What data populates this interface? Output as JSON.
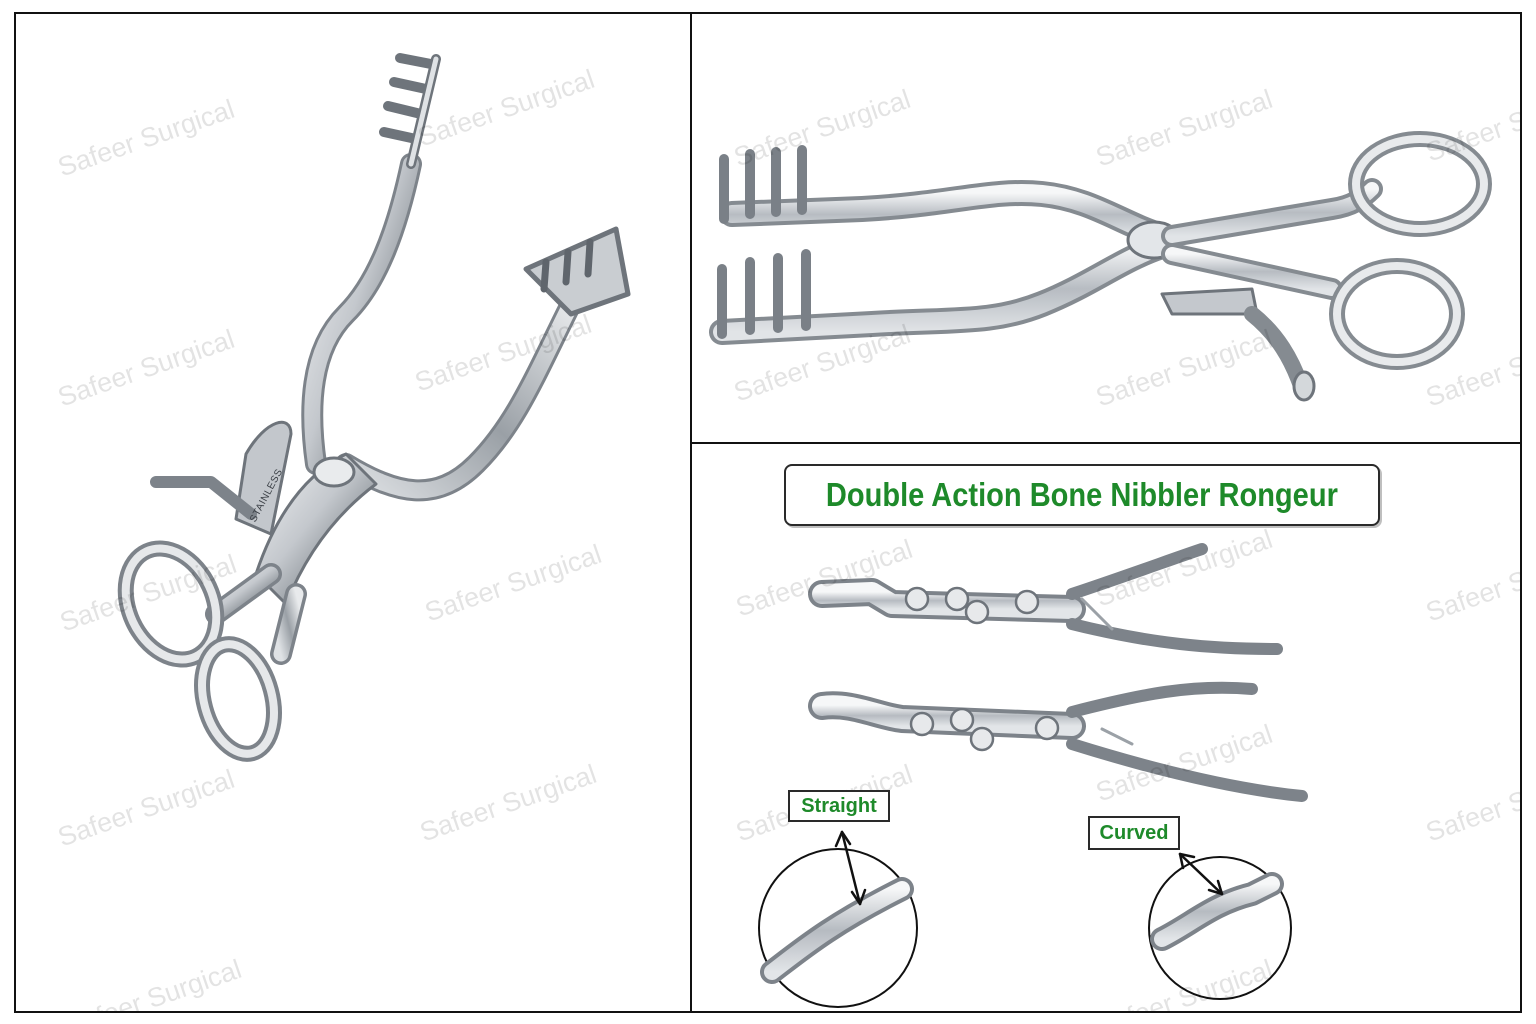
{
  "watermark_text": "Safeer Surgical",
  "colors": {
    "frame": "#111111",
    "steel_light": "#eef0f2",
    "steel_mid": "#b9bec4",
    "steel_dark": "#6e747b",
    "label_green": "#1e8a2a"
  },
  "panels": {
    "left": {
      "instrument_engraving": "STAINLESS"
    },
    "bottom_right": {
      "title": "Double Action Bone Nibbler Rongeur",
      "variants": [
        {
          "label": "Straight"
        },
        {
          "label": "Curved"
        }
      ]
    }
  }
}
